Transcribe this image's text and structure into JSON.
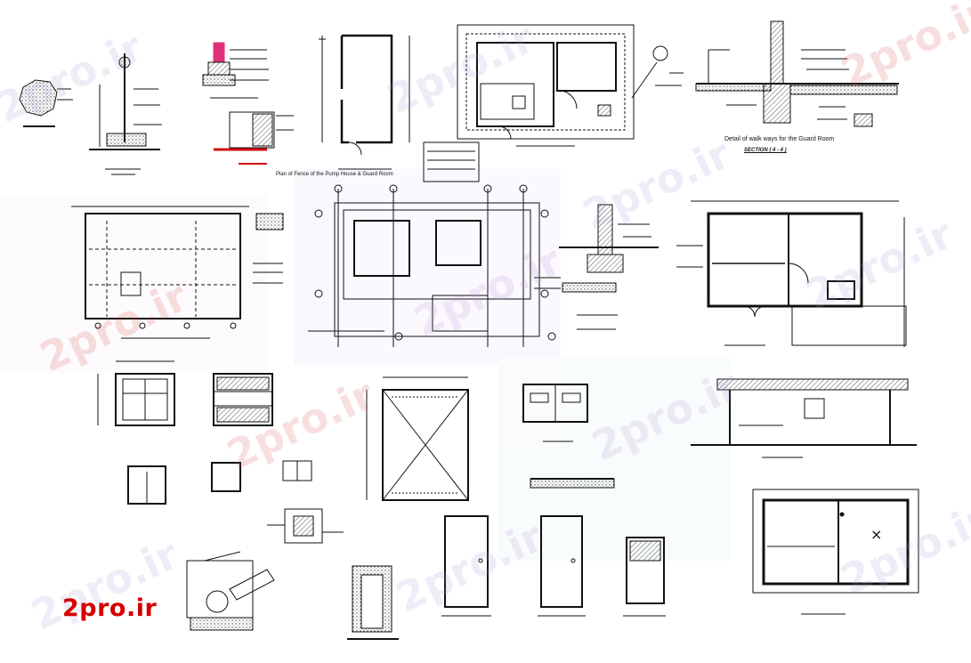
{
  "brand": {
    "logo_text": "2pro.ir",
    "watermark_text": "2pro.ir",
    "color": "#d40000"
  },
  "labels": {
    "fence_plan_title": "Plan of Fence of the Pump House & Guard Room",
    "walkway_detail_title": "Detail of walk ways for the Guard Room",
    "section_title": "SECTION ( 4 - 4 )"
  },
  "colors": {
    "ink": "#111111",
    "accent_pink": "#e0307a",
    "accent_red": "#d01010",
    "hatch": "#555555"
  }
}
